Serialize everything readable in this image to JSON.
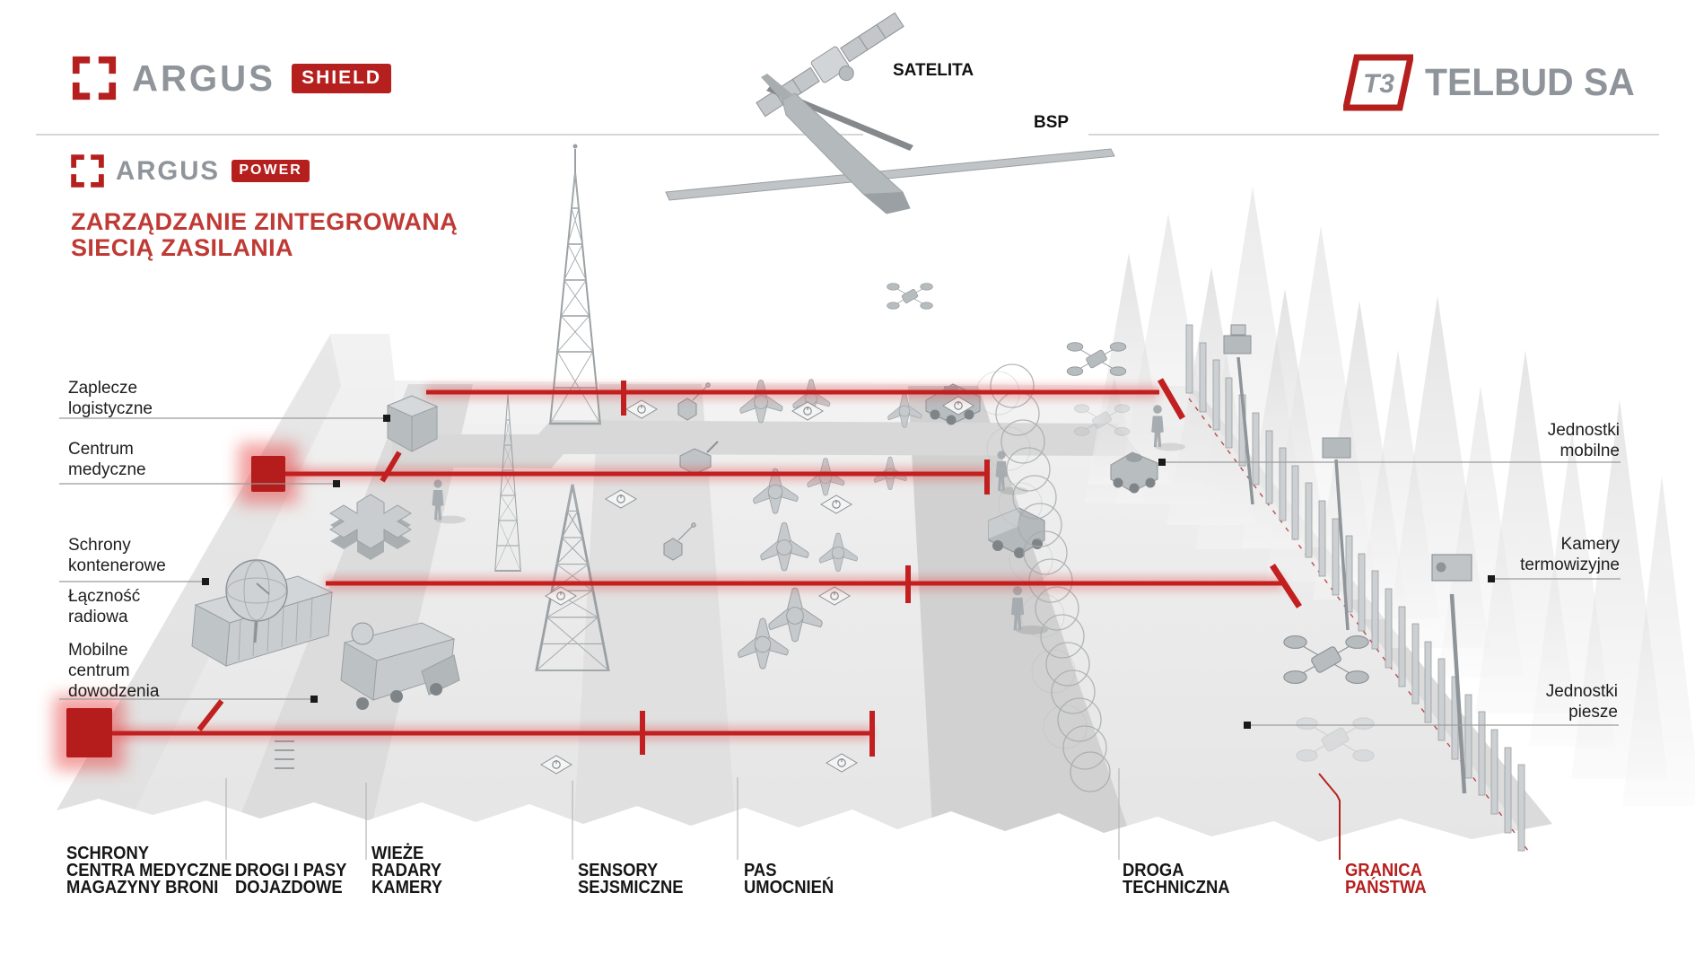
{
  "colors": {
    "accent_red": "#b5201f",
    "heading_red": "#bf3a34",
    "power_line_red": "#c22020",
    "text_dark": "#1c1c1c",
    "logo_gray": "#8f959a"
  },
  "brand": {
    "argus_wordmark": "ARGUS",
    "shield_badge": "SHIELD",
    "power_badge": "POWER",
    "telbud_wordmark": "TELBUD SA",
    "telbud_monogram": "T3"
  },
  "heading": "ZARZĄDZANIE ZINTEGROWANĄ\nSIECIĄ ZASILANIA",
  "air_labels": {
    "satellite": "SATELITA",
    "drone": "BSP"
  },
  "left_callouts": [
    {
      "id": "zaplecze-logistyczne",
      "label": "Zaplecze\nlogistyczne"
    },
    {
      "id": "centrum-medyczne",
      "label": "Centrum\nmedyczne"
    },
    {
      "id": "schrony-kontenerowe",
      "label": "Schrony\nkontenerowe"
    },
    {
      "id": "lacznosc-radiowa",
      "label": "Łączność\nradiowa"
    },
    {
      "id": "mobilne-centrum-dowodzenia",
      "label": "Mobilne\ncentrum\ndowodzenia"
    }
  ],
  "right_callouts": [
    {
      "id": "jednostki-mobilne",
      "label": "Jednostki\nmobilne"
    },
    {
      "id": "kamery-termowizyjne",
      "label": "Kamery\ntermowizyjne"
    },
    {
      "id": "jednostki-piesze",
      "label": "Jednostki\npiesze"
    }
  ],
  "zone_labels": [
    {
      "id": "schrony-centra-magazyny",
      "label": "SCHRONY\nCENTRA MEDYCZNE\nMAGAZYNY BRONI"
    },
    {
      "id": "drogi-i-pasy",
      "label": "DROGI I PASY\nDOJAZDOWE"
    },
    {
      "id": "wieze-radary-kamery",
      "label": "WIEŻE\nRADARY\nKAMERY"
    },
    {
      "id": "sensory-sejsmiczne",
      "label": "SENSORY\nSEJSMICZNE"
    },
    {
      "id": "pas-umocnien",
      "label": "PAS\nUMOCNIEŃ"
    },
    {
      "id": "droga-techniczna",
      "label": "DROGA\nTECHNICZNA"
    },
    {
      "id": "granica-panstwa",
      "label": "GRANICA\nPAŃSTWA"
    }
  ]
}
